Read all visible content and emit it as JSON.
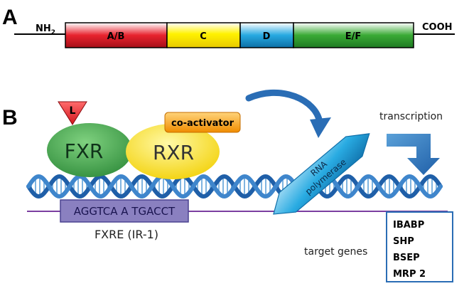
{
  "panel_a": {
    "letter": "A",
    "n_terminus": "NH",
    "n_terminus_sub": "2",
    "c_terminus": "COOH",
    "domains": [
      "A/B",
      "C",
      "D",
      "E/F"
    ]
  },
  "panel_b": {
    "letter": "B",
    "ligand": "L",
    "fxr": "FXR",
    "rxr": "RXR",
    "coactivator": "co-activator",
    "rna_polymerase_line1": "RNA",
    "rna_polymerase_line2": "polymerase",
    "transcription": "transcription",
    "response_element_sequence": "AGGTCA A TGACCT",
    "response_element_label": "FXRE (IR-1)",
    "target_genes_label": "target genes",
    "target_genes": [
      "IBABP",
      "SHP",
      "BSEP",
      "MRP 2"
    ]
  },
  "colors": {
    "domain_ab": "#e8232e",
    "domain_c": "#fff200",
    "domain_d": "#27a9e1",
    "domain_ef": "#3aaa35",
    "fxr": "#4caf50",
    "rxr": "#ffe500",
    "coactivator": "#f7a21b",
    "polymerase": "#29abe2",
    "dna": "#1f5fa8",
    "fxre_box": "#7e74b8"
  }
}
